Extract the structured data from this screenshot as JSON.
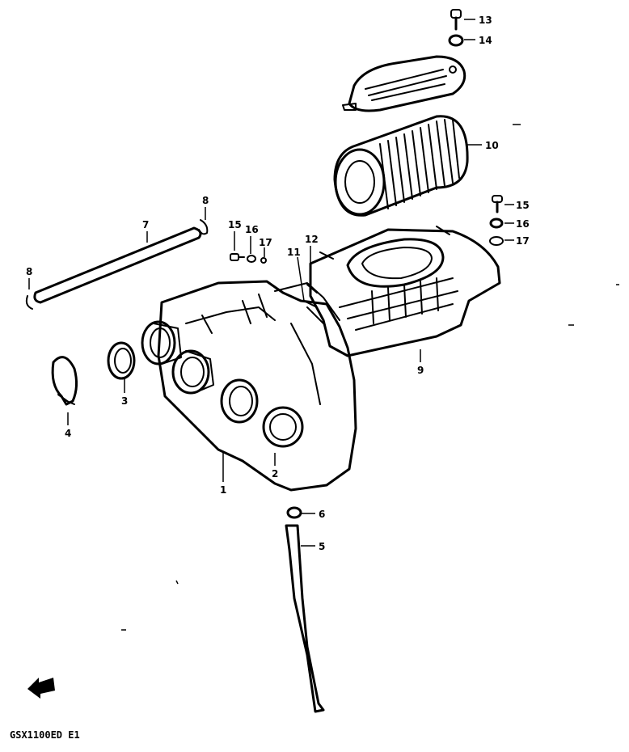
{
  "callouts": {
    "c1": "1",
    "c2": "2",
    "c3": "3",
    "c4": "4",
    "c5": "5",
    "c6": "6",
    "c7": "7",
    "c8a": "8",
    "c8b": "8",
    "c9": "9",
    "c10": "10",
    "c11": "11",
    "c12": "12",
    "c13": "13",
    "c14": "14",
    "c15a": "15",
    "c15b": "15",
    "c16a": "16",
    "c16b": "16",
    "c17a": "17",
    "c17b": "17"
  },
  "model_code": "GSX1100ED E1",
  "icons": {
    "front_arrow": "front-arrow-icon"
  }
}
